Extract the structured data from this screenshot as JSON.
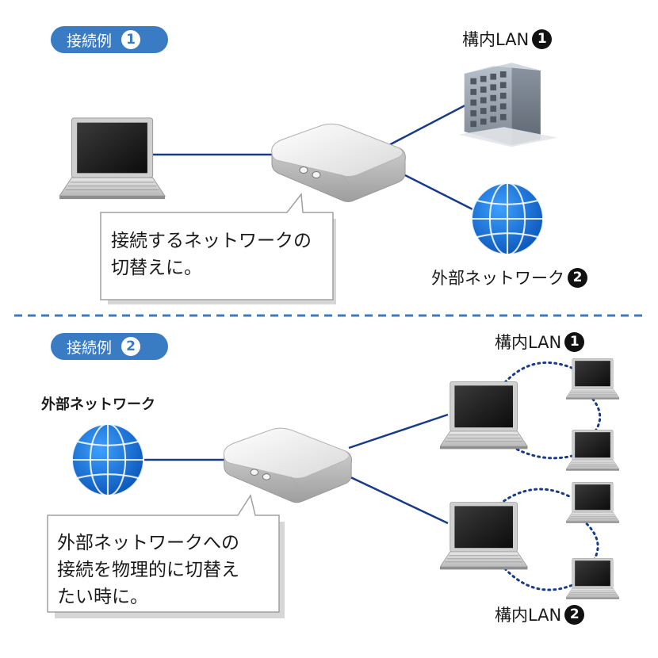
{
  "example1": {
    "tag": "接続例",
    "tag_number": "1",
    "lan_label": "構内LAN",
    "lan_badge": "1",
    "external_label": "外部ネットワーク",
    "external_badge": "2",
    "callout": "接続するネットワークの\n切替えに。"
  },
  "example2": {
    "tag": "接続例",
    "tag_number": "2",
    "external_label": "外部ネットワーク",
    "lan1_label": "構内LAN",
    "lan1_badge": "1",
    "lan2_label": "構内LAN",
    "lan2_badge": "2",
    "callout": "外部ネットワークへの\n接続を物理的に切替え\nたい時に。"
  },
  "colors": {
    "accent": "#3a7cc4",
    "cable": "#173a8c",
    "divider": "#3a7cc4",
    "globe": "#1e74d8"
  },
  "icons": [
    "laptop-icon",
    "switch-box-icon",
    "building-icon",
    "globe-icon"
  ]
}
